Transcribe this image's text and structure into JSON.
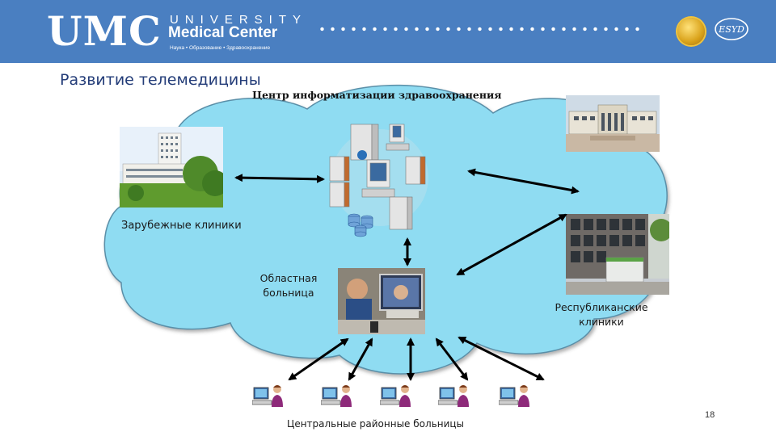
{
  "header": {
    "logo_mark": "UMC",
    "logo_line1": "UNIVERSITY",
    "logo_line2": "Medical Center",
    "logo_tagline": "Наука • Образование • Здравоохранение",
    "esyd_text": "ESYD"
  },
  "title": "Развитие телемедицины",
  "diagram": {
    "center_label": "Центр информатизации здравоохранения",
    "foreign_label": "Зарубежные клиники",
    "regional_label": "Областная больница",
    "republican_label": "Республиканские клиники",
    "district_label": "Центральные районные больницы"
  },
  "colors": {
    "header_bg": "#4a7fc1",
    "cloud_fill": "#8fdcf2",
    "cloud_edge": "#5a8fa8",
    "title": "#233c78",
    "arrow": "#000000"
  },
  "icons": [
    "university-logo-icon",
    "gold-seal-icon",
    "esyd-logo-icon",
    "server-cluster-icon",
    "doctor-workstation-icon"
  ],
  "slide_number": "18"
}
